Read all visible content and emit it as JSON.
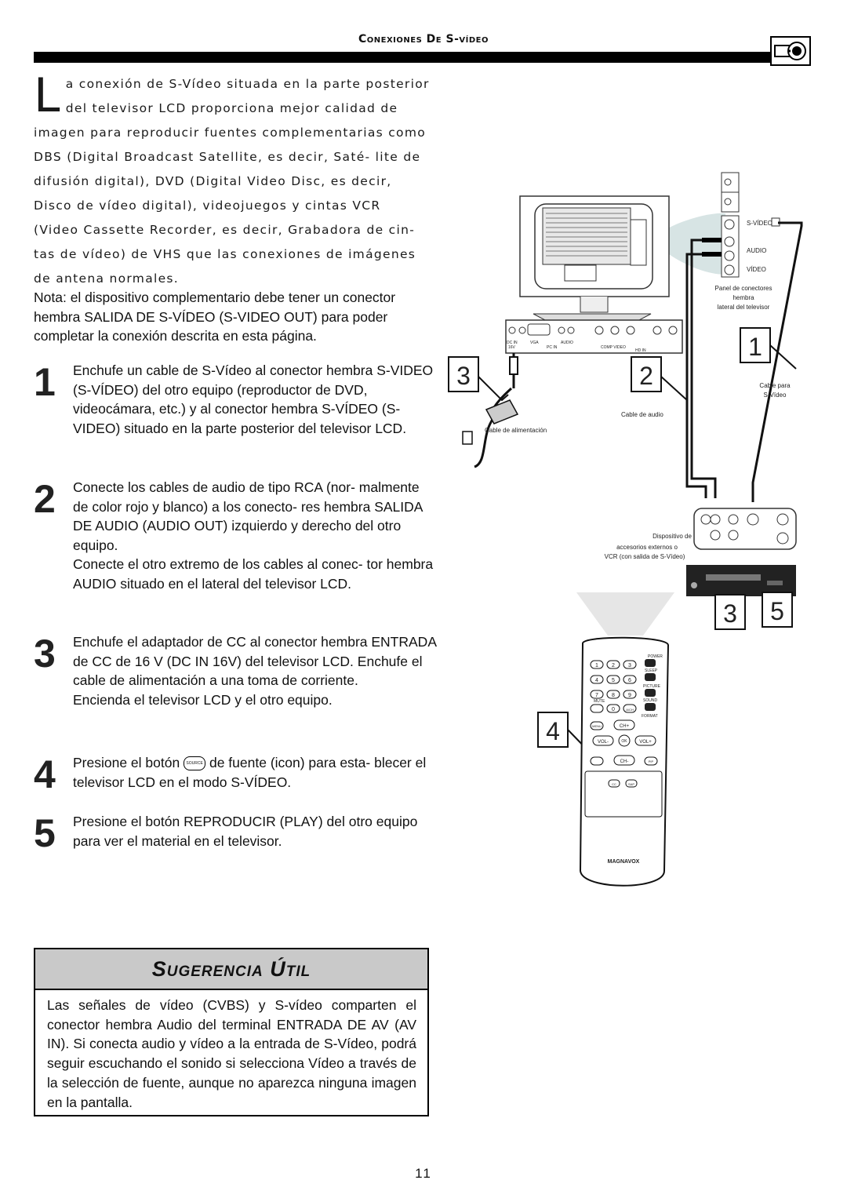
{
  "header": {
    "title": "Conexiones De S-vídeo"
  },
  "intro": {
    "dropcap": "L",
    "text": "a conexión de S-Vídeo situada en la parte posterior del televisor LCD proporciona mejor calidad de imagen para reproducir fuentes complementarias como DBS (Digital Broadcast Satellite, es decir, Saté- lite de difusión digital), DVD (Digital Video Disc, es decir, Disco de vídeo digital), videojuegos y cintas VCR (Video Cassette Recorder, es decir, Grabadora de cin- tas de vídeo) de VHS que las conexiones de imágenes de antena normales."
  },
  "note": "Nota: el dispositivo complementario debe tener un conector hembra SALIDA DE S-VÍDEO (S-VIDEO OUT) para poder completar la conexión descrita en esta página.",
  "steps": [
    {
      "num": "1",
      "text": "Enchufe un cable de S-Vídeo al conector hembra S-VIDEO (S-VÍDEO) del otro equipo (reproductor de DVD, videocámara, etc.) y al conector hembra S-VÍDEO (S-VIDEO) situado en la parte posterior del televisor LCD."
    },
    {
      "num": "2",
      "text": "Conecte los cables de audio de tipo RCA (nor- malmente de color rojo y blanco) a los conecto- res hembra SALIDA DE AUDIO (AUDIO OUT) izquierdo y derecho del otro equipo.",
      "text2": "Conecte el otro extremo de los cables al conec- tor hembra AUDIO situado en el lateral del televisor LCD."
    },
    {
      "num": "3",
      "text": "Enchufe el adaptador de CC al conector hembra ENTRADA de CC de 16 V (DC IN 16V) del televisor LCD. Enchufe el cable de alimentación a una toma de corriente.",
      "text2": "Encienda el televisor LCD y el otro equipo."
    },
    {
      "num": "4",
      "text_before": "Presione el botón",
      "icon_label": "SOURCE",
      "text_after": "de fuente (icon) para esta- blecer el televisor LCD en el modo S-VÍDEO."
    },
    {
      "num": "5",
      "text": "Presione el botón REPRODUCIR (PLAY) del otro equipo para ver el material en el televisor."
    }
  ],
  "tip": {
    "title": "Sugerencia Útil",
    "text": "Las señales de vídeo (CVBS) y S-vídeo comparten el conector hembra Audio del terminal ENTRADA DE AV (AV IN). Si conecta audio y vídeo a la entrada de S-Vídeo, podrá seguir escuchando el sonido si selecciona Vídeo a través de la selección de fuente, aunque no aparezca ninguna imagen en la pantalla."
  },
  "illustration": {
    "panel_labels": {
      "svideo": "S-VÍDEO",
      "audio": "AUDIO",
      "video": "VÍDEO"
    },
    "panel_caption": [
      "Panel de conectores",
      "hembra",
      "lateral del televisor"
    ],
    "cable_svideo": [
      "Cable para",
      "S-Vídeo"
    ],
    "cable_audio": "Cable de audio",
    "cable_power": "Cable de alimentación",
    "device_caption": [
      "Dispositivo de",
      "accesorios externos o",
      "VCR (con salida de S-Vídeo)"
    ],
    "tv_ports": {
      "dcin": "DC IN",
      "v16": "16V",
      "vga": "VGA",
      "pcin": "PC IN",
      "audio": "AUDIO",
      "comp": "COMP VIDEO",
      "hdin": "HD IN"
    },
    "callouts": {
      "c1": "1",
      "c2": "2",
      "c3a": "3",
      "c4": "4",
      "c3b": "3",
      "c5": "5"
    },
    "remote": {
      "power": "POWER",
      "sleep": "SLEEP",
      "picture": "PICTURE",
      "sound": "SOUND",
      "format": "FORMAT",
      "mute": "MUTE",
      "av": "A/CH",
      "menu": "MENU",
      "ok": "OK",
      "vol_minus": "VOL-",
      "vol_plus": "VOL+",
      "ch_plus": "CH+",
      "ch_minus": "CH-",
      "pip": "PIP",
      "cc": "CC",
      "sap": "SAP",
      "brand": "MAGNAVOX",
      "keys": [
        "1",
        "2",
        "3",
        "4",
        "5",
        "6",
        "7",
        "8",
        "9",
        "0"
      ]
    }
  },
  "page_number": "11"
}
